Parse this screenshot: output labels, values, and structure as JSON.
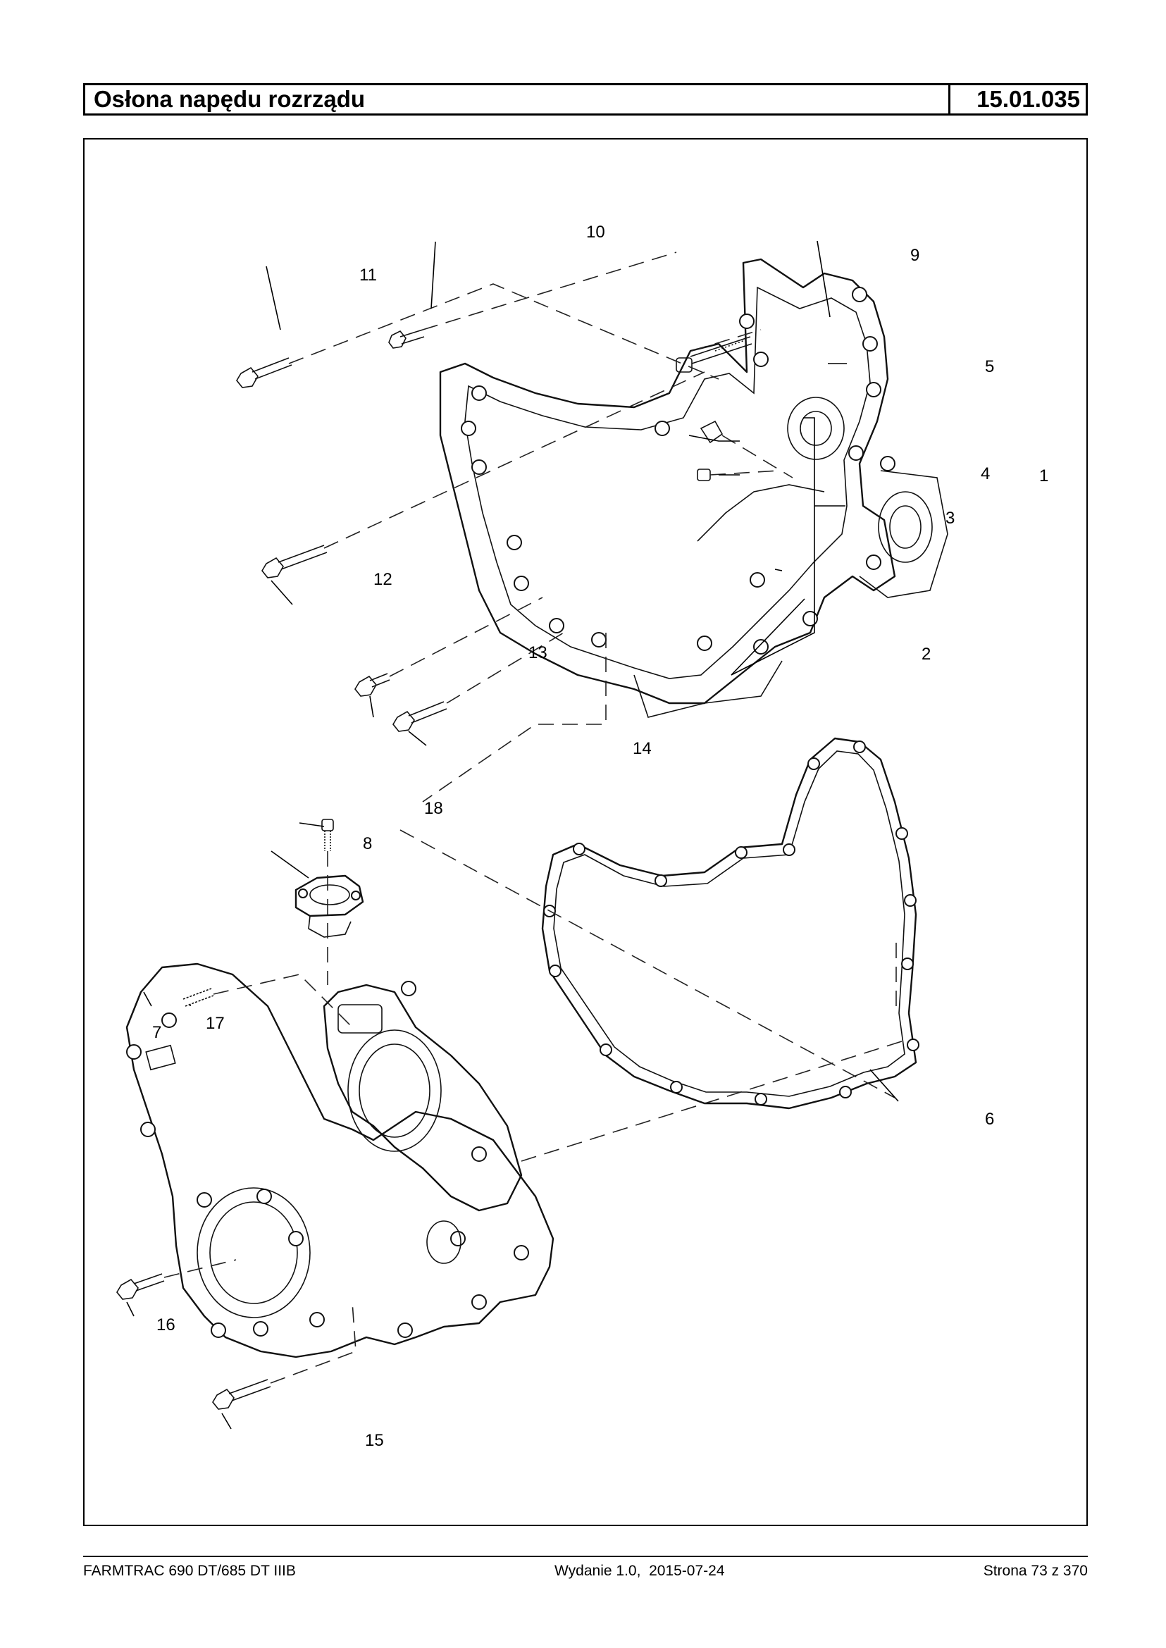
{
  "header": {
    "title": "Osłona napędu rozrządu",
    "code": "15.01.035"
  },
  "diagram": {
    "callouts": [
      "1",
      "2",
      "3",
      "4",
      "5",
      "6",
      "7",
      "8",
      "9",
      "10",
      "11",
      "12",
      "13",
      "14",
      "15",
      "16",
      "17",
      "18"
    ]
  },
  "footer": {
    "model": "FARMTRAC 690 DT/685 DT IIIB",
    "edition": "Wydanie 1.0,  2015-07-24",
    "page": "Strona 73 z 370"
  }
}
